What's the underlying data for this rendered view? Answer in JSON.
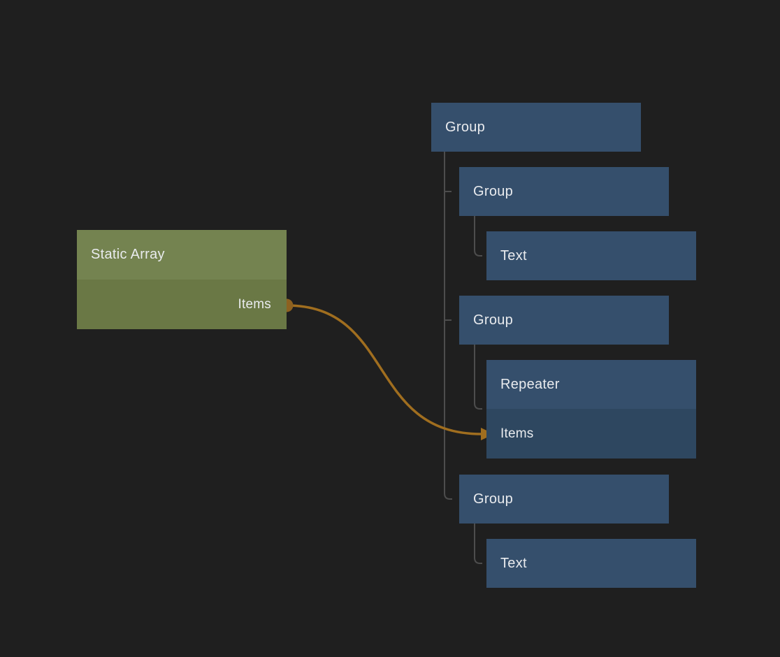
{
  "colors": {
    "background": "#1f1f1f",
    "node_blue": "#354f6c",
    "node_blue_port_row": "#2e4760",
    "node_green_header": "#748350",
    "node_green_body": "#6a7845",
    "wire_orange": "#a06e1f",
    "port_dot": "#8d6120",
    "tree_line": "#4d4d4d",
    "text": "#e9ebee"
  },
  "nodes": {
    "static_array": {
      "title": "Static Array",
      "output_port": "Items"
    },
    "group_root": {
      "title": "Group"
    },
    "group_child_1": {
      "title": "Group"
    },
    "text_1": {
      "title": "Text"
    },
    "group_child_2": {
      "title": "Group"
    },
    "repeater": {
      "title": "Repeater",
      "input_port": "Items"
    },
    "group_child_3": {
      "title": "Group"
    },
    "text_2": {
      "title": "Text"
    }
  },
  "connection": {
    "from_node": "Static Array",
    "from_port": "Items",
    "to_node": "Repeater",
    "to_port": "Items"
  }
}
